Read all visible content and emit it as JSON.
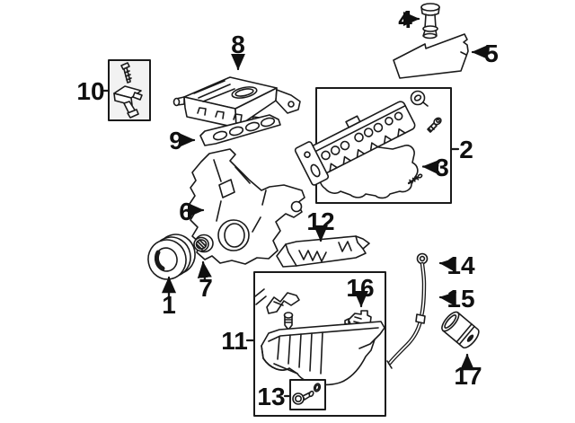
{
  "diagram": {
    "type": "exploded-engine-parts-diagram",
    "colors": {
      "line": "#1a1a1a",
      "background": "#ffffff",
      "sensor_box_fill": "#f2f2f2"
    }
  },
  "callouts": [
    {
      "label": "1"
    },
    {
      "label": "2"
    },
    {
      "label": "3"
    },
    {
      "label": "4"
    },
    {
      "label": "5"
    },
    {
      "label": "6"
    },
    {
      "label": "7"
    },
    {
      "label": "8"
    },
    {
      "label": "9"
    },
    {
      "label": "10"
    },
    {
      "label": "11"
    },
    {
      "label": "12"
    },
    {
      "label": "13"
    },
    {
      "label": "14"
    },
    {
      "label": "15"
    },
    {
      "label": "16"
    },
    {
      "label": "17"
    }
  ]
}
